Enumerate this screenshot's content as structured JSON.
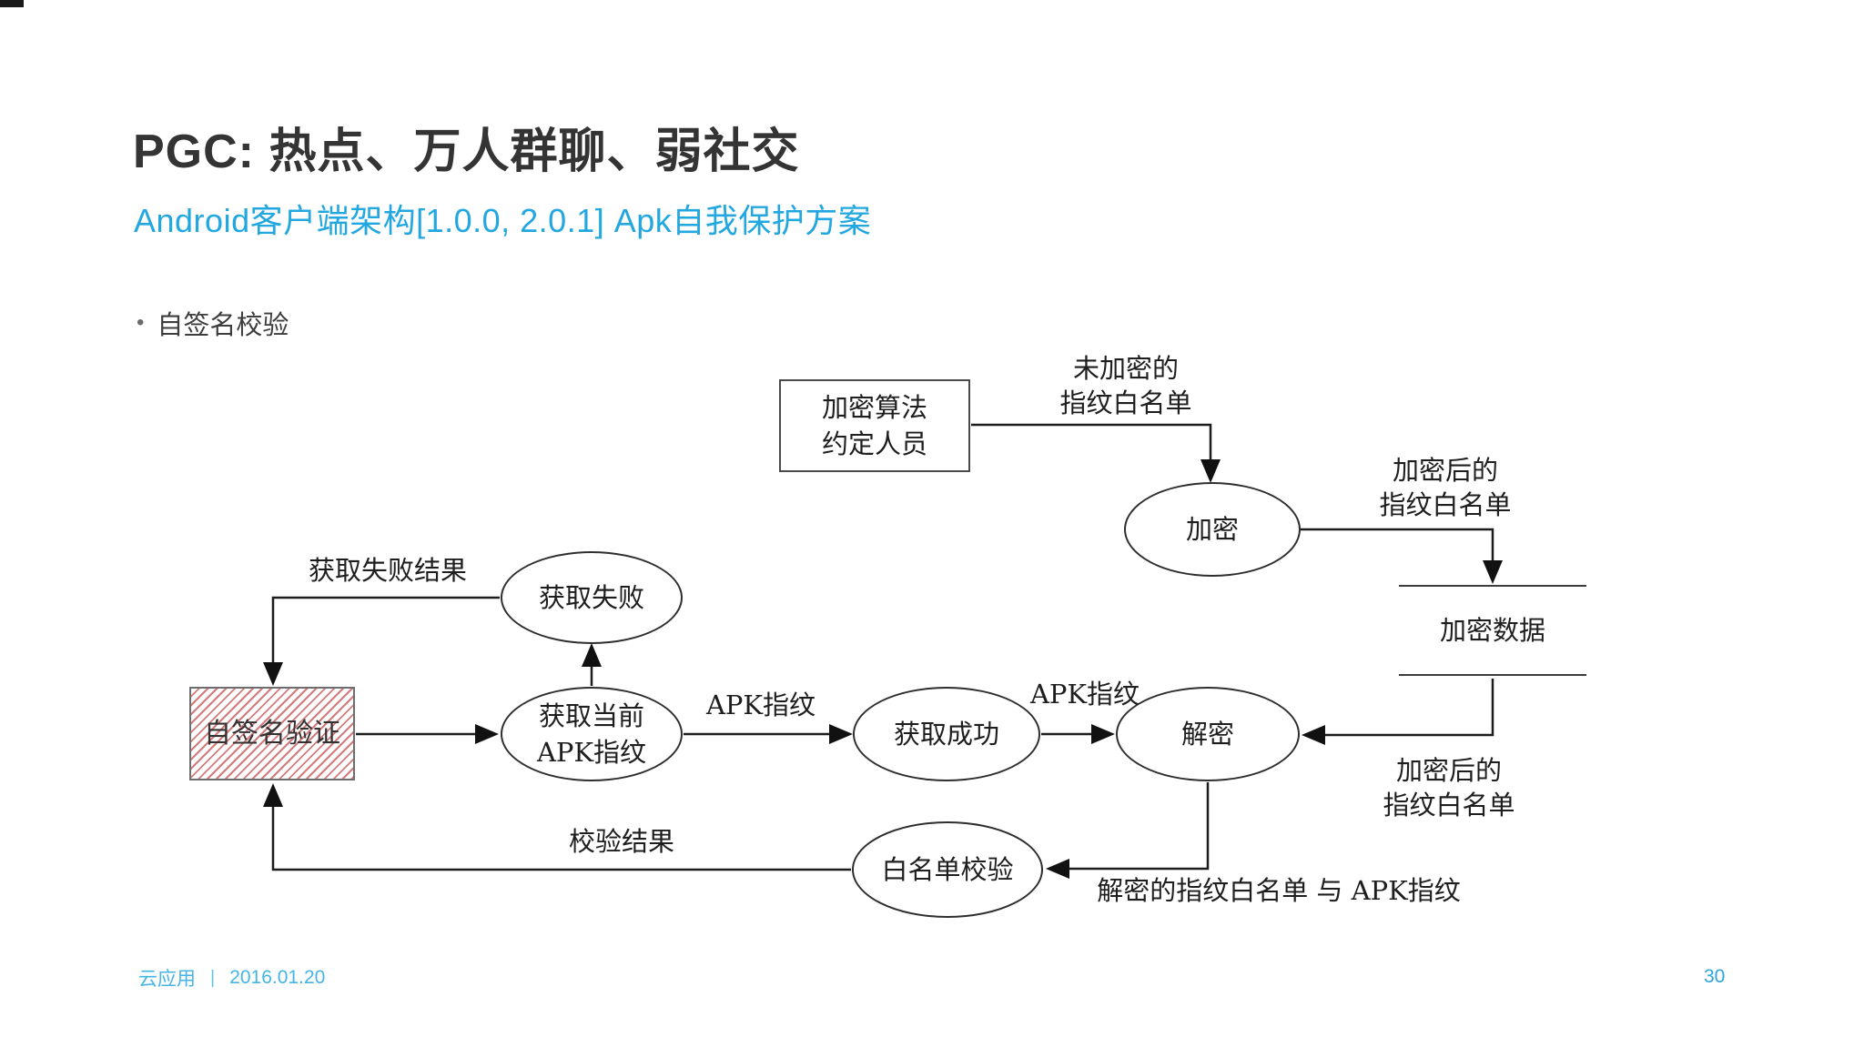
{
  "slide": {
    "title": "PGC: 热点、万人群聊、弱社交",
    "subtitle": "Android客户端架构[1.0.0, 2.0.1] Apk自我保护方案",
    "bullet": "自签名校验",
    "footer": {
      "brand": "云应用",
      "separator": "|",
      "date": "2016.01.20",
      "page": "30"
    }
  },
  "colors": {
    "accent_blue": "#22a7e0",
    "footer_blue": "#45b4e6",
    "title_gray": "#343434",
    "hatch_red": "#c95555",
    "line_black": "#1c1c1c"
  },
  "diagram": {
    "nodes": {
      "authors_box": {
        "line1": "加密算法",
        "line2": "约定人员"
      },
      "encrypt": {
        "label": "加密"
      },
      "datastore": {
        "label": "加密数据"
      },
      "fetch_fail": {
        "label": "获取失败"
      },
      "self_sign": {
        "label": "自签名验证"
      },
      "fetch_current": {
        "line1": "获取当前",
        "line2": "APK指纹"
      },
      "fetch_success": {
        "label": "获取成功"
      },
      "decrypt": {
        "label": "解密"
      },
      "whitelist_check": {
        "label": "白名单校验"
      }
    },
    "edge_labels": {
      "unencrypted_whitelist": {
        "line1": "未加密的",
        "line2": "指纹白名单"
      },
      "encrypted_whitelist_top": {
        "line1": "加密后的",
        "line2": "指纹白名单"
      },
      "encrypted_whitelist_bottom": {
        "line1": "加密后的",
        "line2": "指纹白名单"
      },
      "fetch_fail_result": "获取失败结果",
      "apk_fingerprint_1": "APK指纹",
      "apk_fingerprint_2": "APK指纹",
      "check_result": "校验结果",
      "decrypted_vs_apk": "解密的指纹白名单  与  APK指纹"
    }
  }
}
